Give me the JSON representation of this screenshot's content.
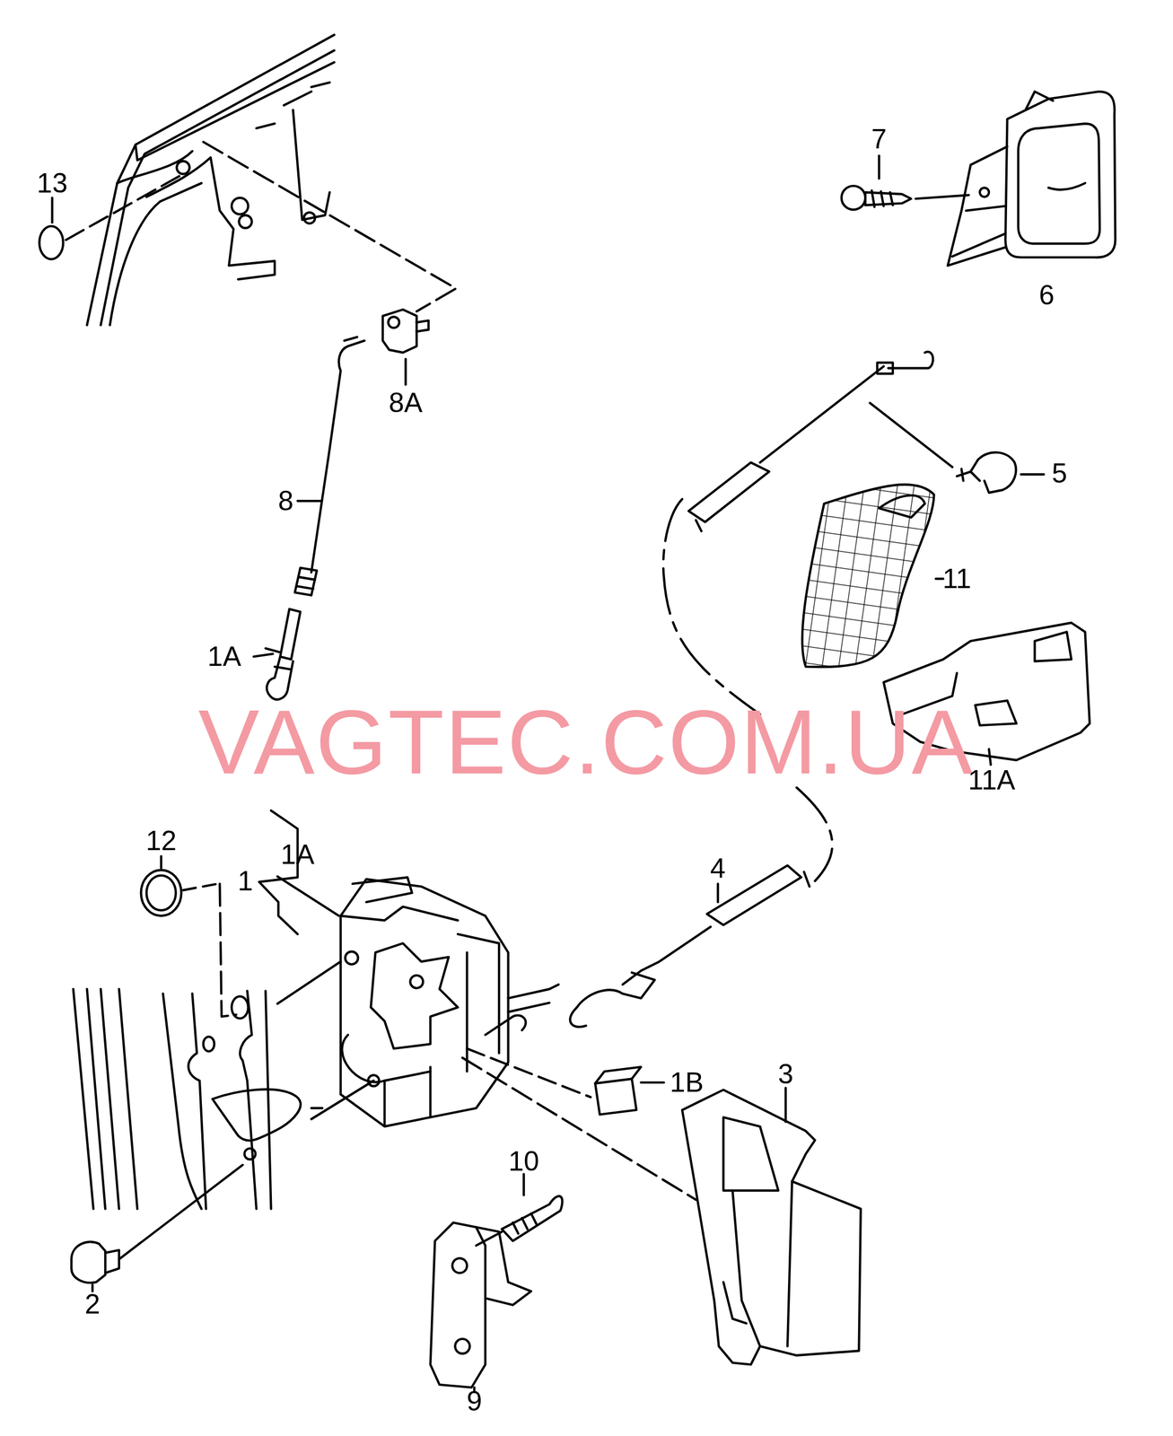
{
  "diagram": {
    "labels": [
      "13",
      "7",
      "6",
      "8A",
      "5",
      "8",
      "11",
      "1A",
      "VAGTEC.COM.UA",
      "11A",
      "12",
      "1A",
      "1",
      "4",
      "3",
      "1B",
      "10",
      "2",
      "9"
    ]
  }
}
